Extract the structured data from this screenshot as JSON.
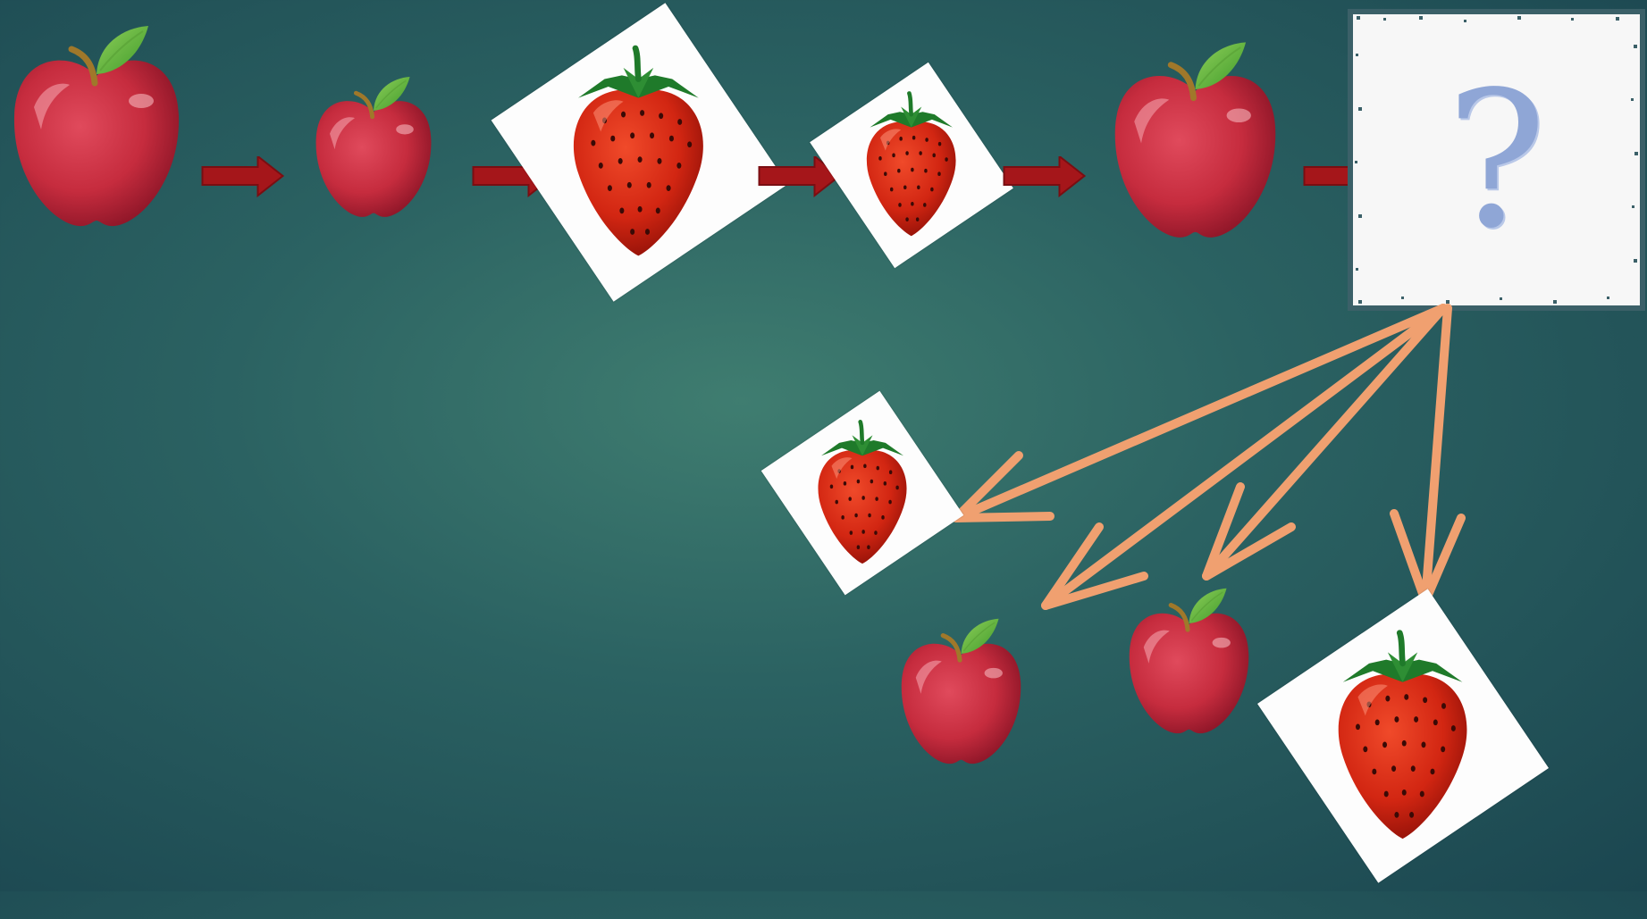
{
  "sequence": [
    "apple-large",
    "apple-small",
    "strawberry-large",
    "strawberry-small",
    "apple-large",
    "question"
  ],
  "question_mark": "?",
  "options": [
    "strawberry-small",
    "apple-small",
    "apple-small",
    "strawberry-large"
  ],
  "colors": {
    "background": "#2b6262",
    "sequence_arrow": "#a5161a",
    "option_arrow": "#f0a070",
    "question_mark": "#8fa6d6"
  },
  "icons": [
    "apple-icon",
    "strawberry-icon",
    "right-arrow-icon",
    "question-mark-icon"
  ]
}
